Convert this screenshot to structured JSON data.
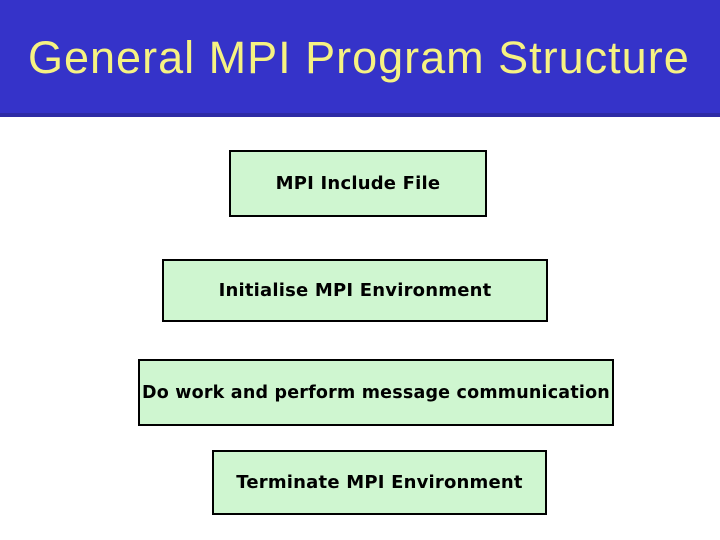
{
  "slide": {
    "title": "General MPI Program Structure",
    "colors": {
      "header_bg": "#3533c9",
      "header_border": "#2e2ba5",
      "title_text": "#f6f282",
      "box_bg": "#cff6d0",
      "box_border": "#000000",
      "box_text": "#000000",
      "slide_bg": "#ffffff"
    },
    "boxes": [
      {
        "label": "MPI Include File"
      },
      {
        "label": "Initialise MPI Environment"
      },
      {
        "label": "Do work and perform message communication"
      },
      {
        "label": "Terminate MPI Environment"
      }
    ]
  }
}
